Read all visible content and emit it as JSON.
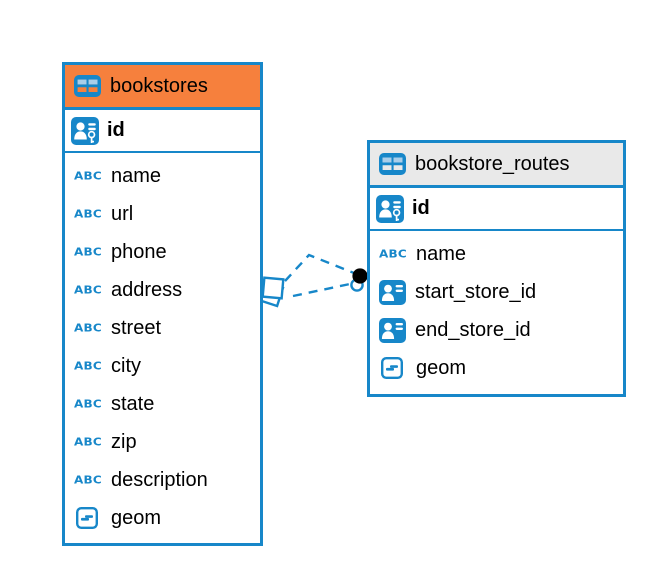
{
  "diagram": {
    "kind": "entity-relationship-diagram",
    "background": "#ffffff"
  },
  "colors": {
    "accent_blue": "#1787C9",
    "bookstores_header": "#F6803D",
    "routes_header": "#E9E9E9",
    "icon_cell_light": "#A9CEEA",
    "text": "#000000",
    "relationship_dot": "#000000"
  },
  "icons": {
    "text_type_glyph": "ABC"
  },
  "tables": [
    {
      "title": "bookstores",
      "header_style": "orange",
      "primary_key": {
        "name": "id",
        "type_icon": "primary-key-icon"
      },
      "columns": [
        {
          "name": "name",
          "type_icon": "text-type-icon"
        },
        {
          "name": "url",
          "type_icon": "text-type-icon"
        },
        {
          "name": "phone",
          "type_icon": "text-type-icon"
        },
        {
          "name": "address",
          "type_icon": "text-type-icon"
        },
        {
          "name": "street",
          "type_icon": "text-type-icon"
        },
        {
          "name": "city",
          "type_icon": "text-type-icon"
        },
        {
          "name": "state",
          "type_icon": "text-type-icon"
        },
        {
          "name": "zip",
          "type_icon": "text-type-icon"
        },
        {
          "name": "description",
          "type_icon": "text-type-icon"
        },
        {
          "name": "geom",
          "type_icon": "object-type-icon"
        }
      ]
    },
    {
      "title": "bookstore_routes",
      "header_style": "gray",
      "primary_key": {
        "name": "id",
        "type_icon": "primary-key-icon"
      },
      "columns": [
        {
          "name": "name",
          "type_icon": "text-type-icon"
        },
        {
          "name": "start_store_id",
          "type_icon": "foreign-key-icon"
        },
        {
          "name": "end_store_id",
          "type_icon": "foreign-key-icon"
        },
        {
          "name": "geom",
          "type_icon": "object-type-icon"
        }
      ]
    }
  ],
  "relationship": {
    "from_table": "bookstores",
    "to_table": "bookstore_routes",
    "line_style": "dashed",
    "line_count": 2,
    "source_marker": "overlapping-squares",
    "target_marker": "black-dot-with-ring"
  }
}
